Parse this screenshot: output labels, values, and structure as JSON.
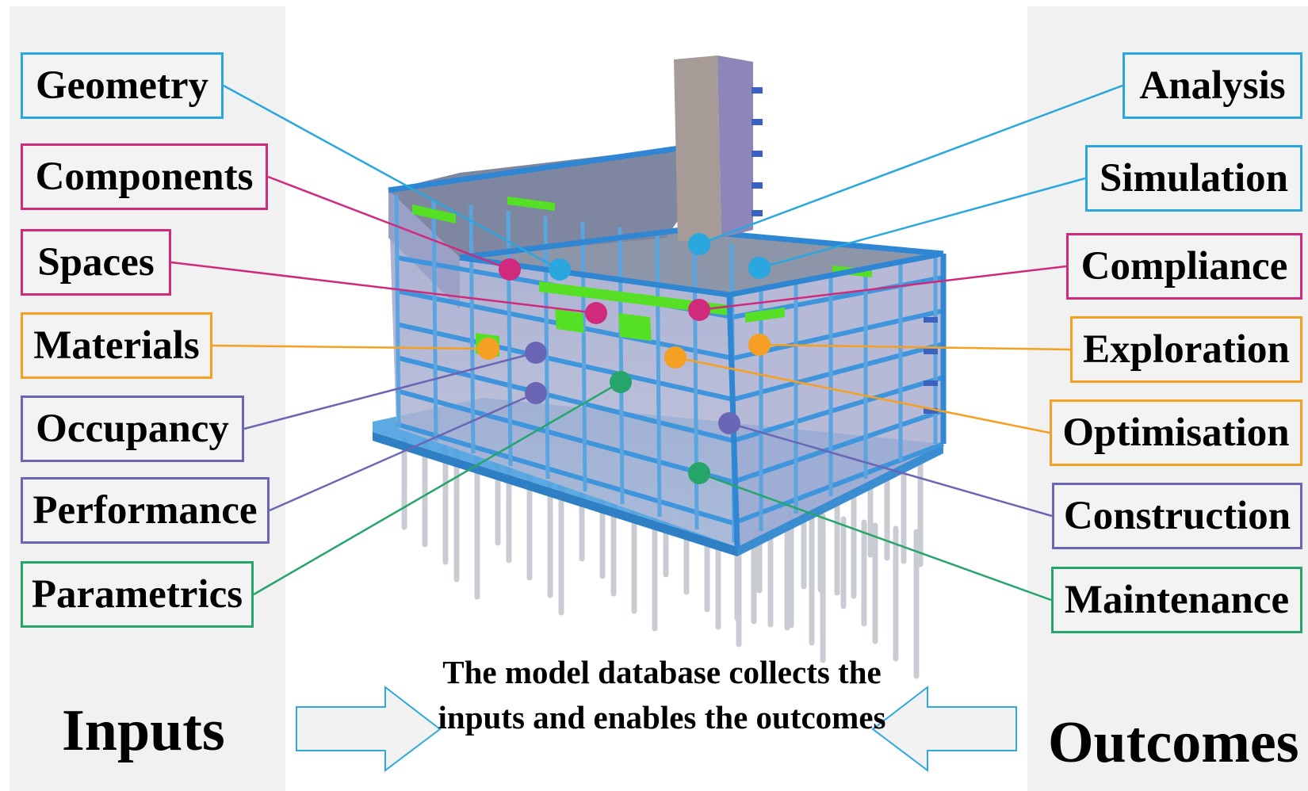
{
  "inputs": {
    "heading": "Inputs",
    "items": [
      {
        "label": "Geometry",
        "color": "#2aa7de"
      },
      {
        "label": "Components",
        "color": "#d02a7c"
      },
      {
        "label": "Spaces",
        "color": "#d02a7c"
      },
      {
        "label": "Materials",
        "color": "#f5a023"
      },
      {
        "label": "Occupancy",
        "color": "#6a66b5"
      },
      {
        "label": "Performance",
        "color": "#6a66b5"
      },
      {
        "label": "Parametrics",
        "color": "#25a56a"
      }
    ]
  },
  "outcomes": {
    "heading": "Outcomes",
    "items": [
      {
        "label": "Analysis",
        "color": "#2aa7de"
      },
      {
        "label": "Simulation",
        "color": "#2aa7de"
      },
      {
        "label": "Compliance",
        "color": "#d02a7c"
      },
      {
        "label": "Exploration",
        "color": "#f5a023"
      },
      {
        "label": "Optimisation",
        "color": "#f5a023"
      },
      {
        "label": "Construction",
        "color": "#6a66b5"
      },
      {
        "label": "Maintenance",
        "color": "#25a56a"
      }
    ]
  },
  "caption": "The model database collects the inputs and enables the outcomes"
}
